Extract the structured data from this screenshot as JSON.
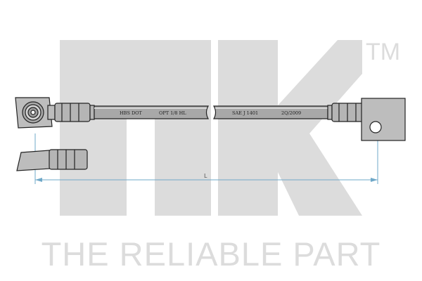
{
  "watermark": {
    "brand_text": "nk",
    "trademark": "TM",
    "tagline": "THE RELIABLE PART",
    "color": "#dcdcdc"
  },
  "hose": {
    "markings": [
      "HBS DOT",
      "OPT 1/8 HL",
      "SAE J 1401",
      "2Q/2009"
    ],
    "dimension_label": "L",
    "hose_color": "#a8a8a8",
    "outline_color": "#222222",
    "dimension_color": "#6fa8c8"
  }
}
